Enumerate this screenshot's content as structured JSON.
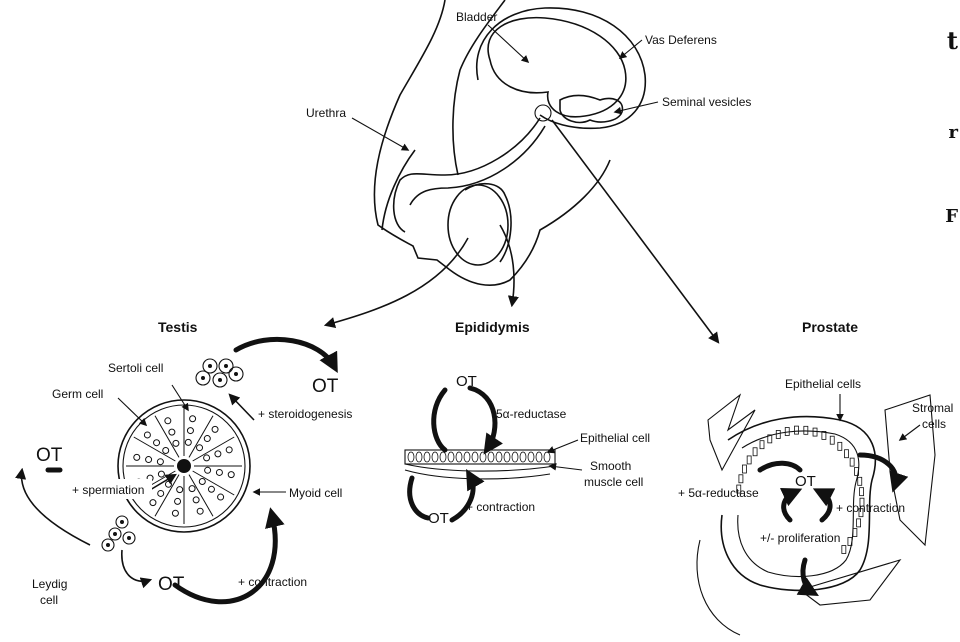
{
  "anatomy": {
    "bladder": "Bladder",
    "vas_deferens": "Vas Deferens",
    "urethra": "Urethra",
    "seminal_vesicles": "Seminal vesicles"
  },
  "testis": {
    "title": "Testis",
    "sertoli": "Sertoli cell",
    "germ": "Germ cell",
    "ot_top": "OT",
    "steroidogenesis": "+ steroidogenesis",
    "ot_left": "OT",
    "spermiation": "+ spermiation",
    "myoid": "Myoid cell",
    "ot_bottom": "OT",
    "contraction": "+ contraction",
    "leydig": [
      "Leydig",
      "cell"
    ]
  },
  "epididymis": {
    "title": "Epididymis",
    "ot_top": "OT",
    "reductase": "5α-reductase",
    "epithelial": "Epithelial cell",
    "smooth_muscle": [
      "Smooth",
      "muscle cell"
    ],
    "ot_bottom": "OT",
    "contraction": "+ contraction"
  },
  "prostate": {
    "title": "Prostate",
    "epithelial": "Epithelial cells",
    "stromal": [
      "Stromal",
      "cells"
    ],
    "ot": "OT",
    "reductase": "+ 5α-reductase",
    "contraction": "+ contraction",
    "proliferation": "+/- proliferation"
  },
  "cutoff_text": [
    "t",
    "r",
    "F"
  ]
}
